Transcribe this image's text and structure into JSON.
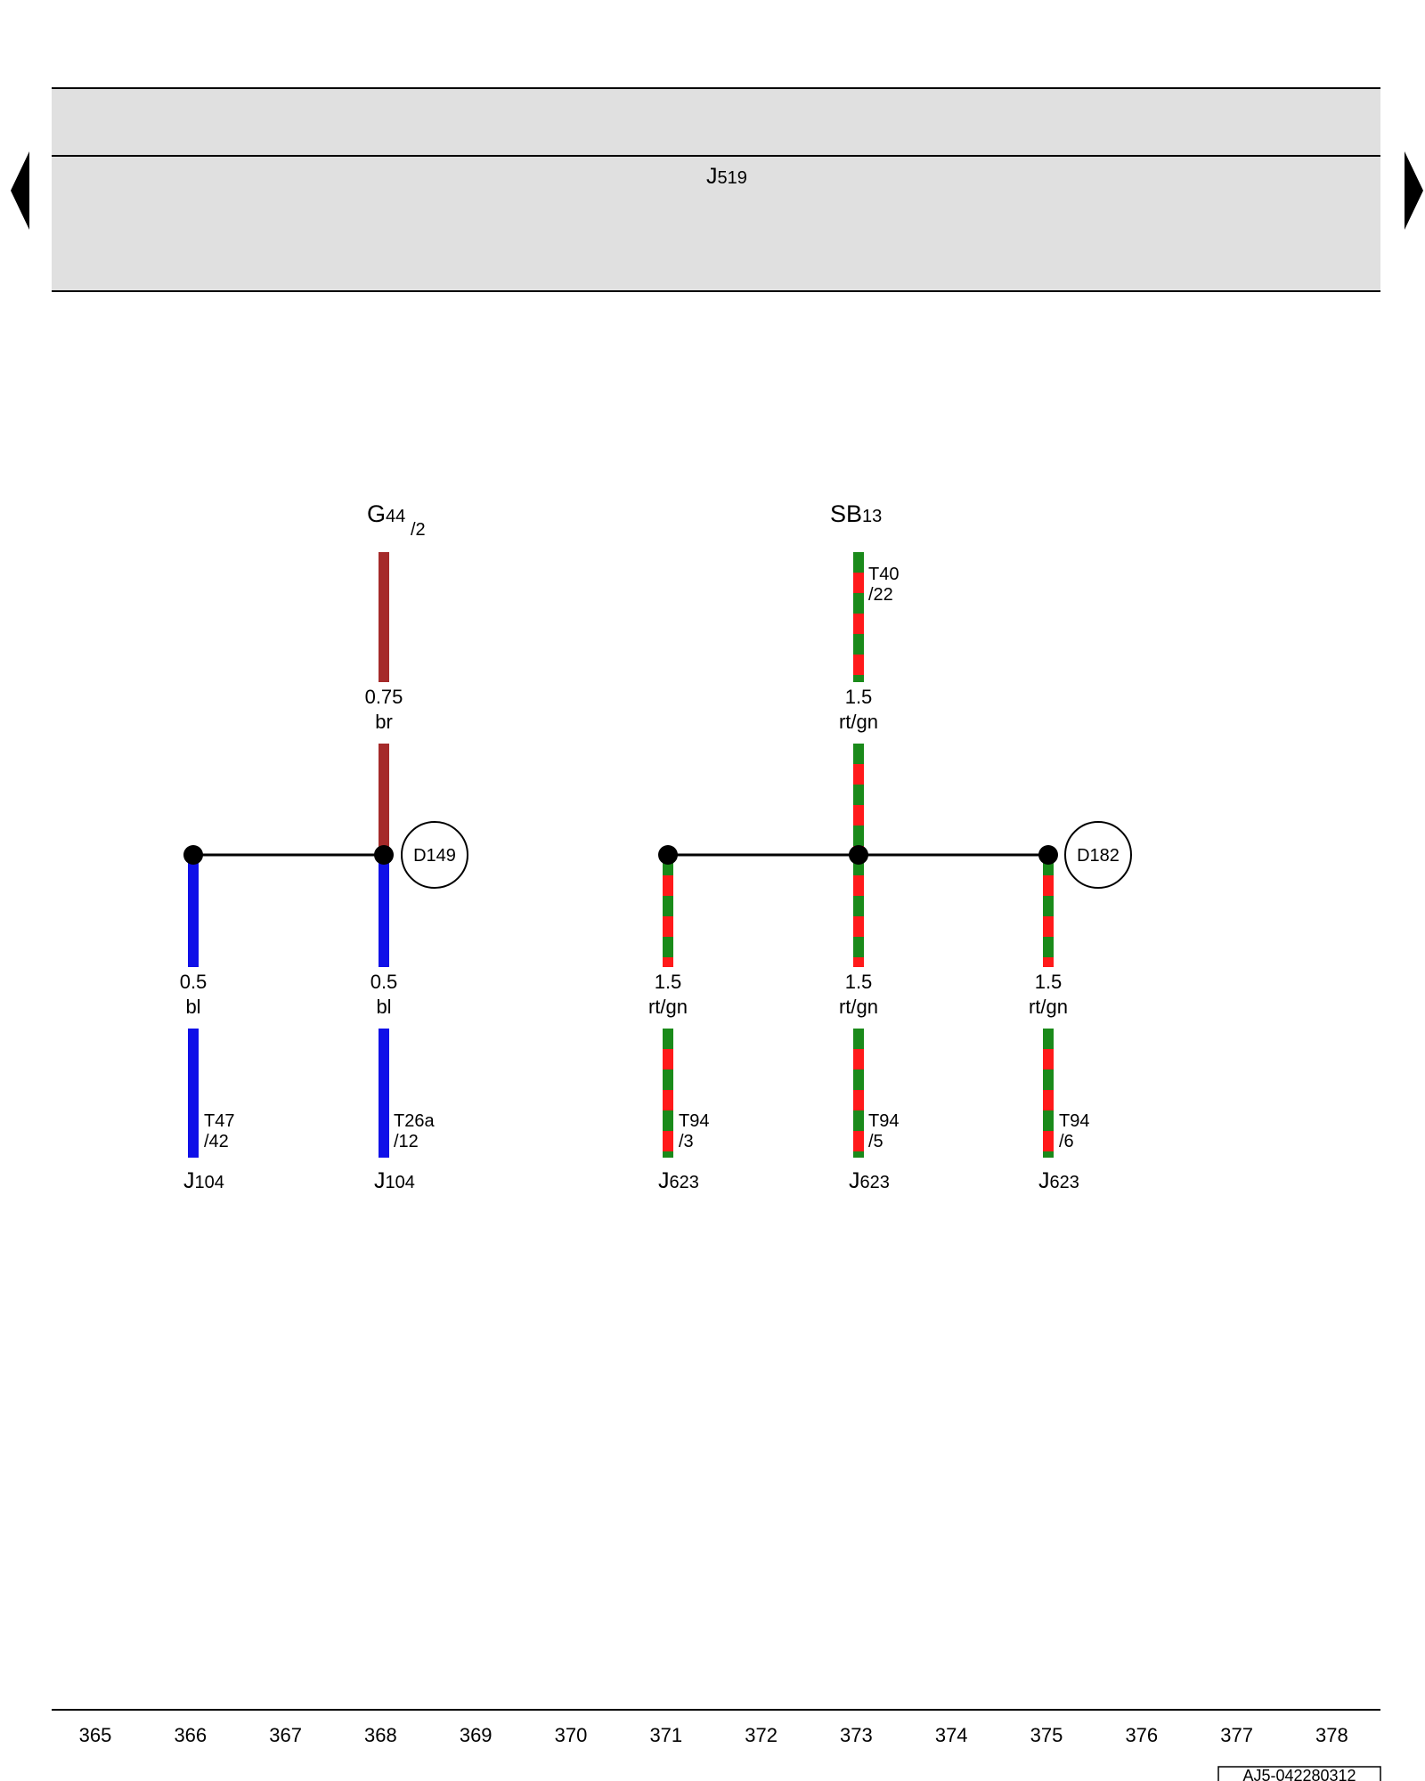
{
  "header": {
    "component_id_main": "J",
    "component_id_sub": "519"
  },
  "navigation": {
    "prev_icon": "triangle-left-icon",
    "next_icon": "triangle-right-icon"
  },
  "colors": {
    "bl": "#1010e8",
    "br": "#a52a2a",
    "rt": "#ff1a1a",
    "gn": "#1a8a1a",
    "header_fill": "#e0e0e0"
  },
  "diagram": {
    "sources": [
      {
        "id": "src-g44",
        "main": "G",
        "sub": "44",
        "pin": "/2"
      },
      {
        "id": "src-sb13",
        "main": "SB",
        "sub": "13",
        "pin": ""
      }
    ],
    "upper_connectors": [
      {
        "id": "t40",
        "line1": "T40",
        "line2": "/22"
      }
    ],
    "wire_labels": [
      {
        "id": "w-g44-size",
        "text": "0.75"
      },
      {
        "id": "w-g44-color",
        "text": "br"
      },
      {
        "id": "w-sb13-size",
        "text": "1.5"
      },
      {
        "id": "w-sb13-color",
        "text": "rt/gn"
      },
      {
        "id": "w-366-size",
        "text": "0.5"
      },
      {
        "id": "w-366-color",
        "text": "bl"
      },
      {
        "id": "w-368-size",
        "text": "0.5"
      },
      {
        "id": "w-368-color",
        "text": "bl"
      },
      {
        "id": "w-371-size",
        "text": "1.5"
      },
      {
        "id": "w-371-color",
        "text": "rt/gn"
      },
      {
        "id": "w-373-size",
        "text": "1.5"
      },
      {
        "id": "w-373-color",
        "text": "rt/gn"
      },
      {
        "id": "w-375-size",
        "text": "1.5"
      },
      {
        "id": "w-375-color",
        "text": "rt/gn"
      }
    ],
    "splices": [
      {
        "id": "d149",
        "text": "D149"
      },
      {
        "id": "d182",
        "text": "D182"
      }
    ],
    "lower_connectors": [
      {
        "id": "t47",
        "line1": "T47",
        "line2": "/42"
      },
      {
        "id": "t26a",
        "line1": "T26a",
        "line2": "/12"
      },
      {
        "id": "t94-3",
        "line1": "T94",
        "line2": "/3"
      },
      {
        "id": "t94-5",
        "line1": "T94",
        "line2": "/5"
      },
      {
        "id": "t94-6",
        "line1": "T94",
        "line2": "/6"
      }
    ],
    "targets": [
      {
        "id": "j104-a",
        "main": "J",
        "sub": "104"
      },
      {
        "id": "j104-b",
        "main": "J",
        "sub": "104"
      },
      {
        "id": "j623-a",
        "main": "J",
        "sub": "623"
      },
      {
        "id": "j623-b",
        "main": "J",
        "sub": "623"
      },
      {
        "id": "j623-c",
        "main": "J",
        "sub": "623"
      }
    ]
  },
  "footer": {
    "track_numbers": [
      "365",
      "366",
      "367",
      "368",
      "369",
      "370",
      "371",
      "372",
      "373",
      "374",
      "375",
      "376",
      "377",
      "378"
    ],
    "document_code": "AJ5-042280312"
  }
}
